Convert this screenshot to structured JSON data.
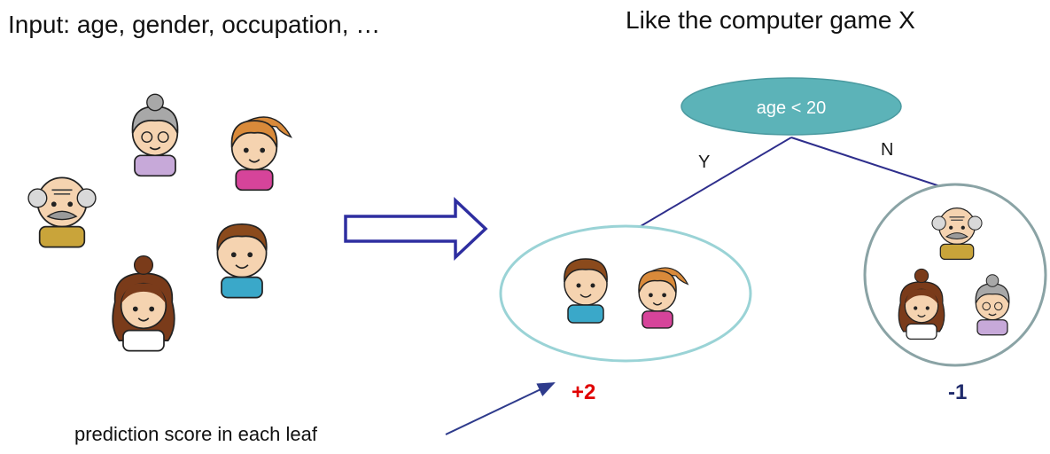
{
  "titles": {
    "input": "Input: age, gender, occupation, …",
    "game": "Like the computer game X"
  },
  "tree": {
    "root_label": "age < 20",
    "yes_label": "Y",
    "no_label": "N",
    "yes_leaf_score": "+2",
    "no_leaf_score": "-1"
  },
  "annotation": "prediction score in each leaf",
  "colors": {
    "root_fill": "#5cb3b8",
    "edge": "#2e2e8c",
    "yes_leaf_border": "#9ad3d6",
    "no_leaf_border": "#8aa3a5",
    "positive_score": "#e00000",
    "negative_score": "#1f2a6b"
  }
}
